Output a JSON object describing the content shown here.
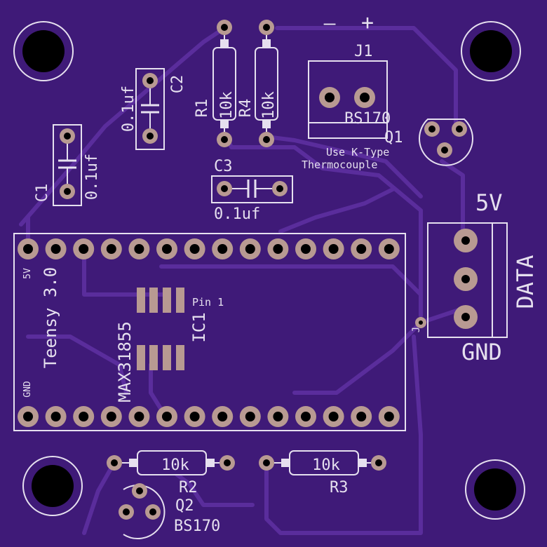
{
  "colors": {
    "board": "#3f1a78",
    "trace": "#5a2d9c",
    "silk": "#e6e0ef",
    "pad": "#b89a92",
    "hole": "#000000"
  },
  "labels": {
    "j1_minus": "—",
    "j1_plus": "+",
    "j1": "J1",
    "bs170_top": "BS170",
    "q1": "Q1",
    "note1": "Use K-Type",
    "note2": "Thermocouple",
    "r1": "R1",
    "r4": "R4",
    "r1_value": "10k",
    "r4_value": "10k",
    "c2": "C2",
    "c2_value": "0.1uf",
    "c1": "C1",
    "c1_value": "0.1uf",
    "c3": "C3",
    "c3_value": "0.1uf",
    "five_v_conn": "5V",
    "data_conn": "DATA",
    "gnd_conn": "GND",
    "j_small": "J",
    "pin_5v": "5V",
    "teensy": "Teensy 3.0",
    "pin1": "Pin 1",
    "ic1": "IC1",
    "max": "MAX31855",
    "pin_gnd": "GND",
    "r2_value": "10k",
    "r3_value": "10k",
    "r2": "R2",
    "r3": "R3",
    "q2": "Q2",
    "bs170_bottom": "BS170"
  }
}
